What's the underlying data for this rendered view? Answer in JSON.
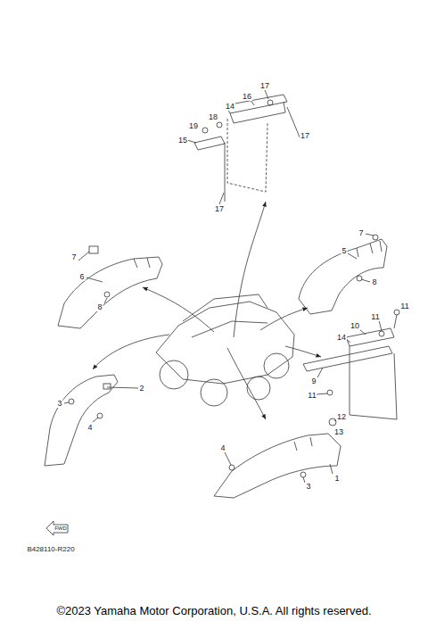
{
  "diagram": {
    "caption": "©2023 Yamaha Motor Corporation, U.S.A. All rights reserved.",
    "labels": [
      "17",
      "16",
      "14",
      "18",
      "19",
      "17",
      "15",
      "17",
      "7",
      "5",
      "7",
      "6",
      "8",
      "8",
      "11",
      "11",
      "10",
      "14",
      "9",
      "2",
      "11",
      "3",
      "12",
      "4",
      "13",
      "4",
      "1",
      "3",
      "FWD",
      "B428110-R220"
    ]
  }
}
